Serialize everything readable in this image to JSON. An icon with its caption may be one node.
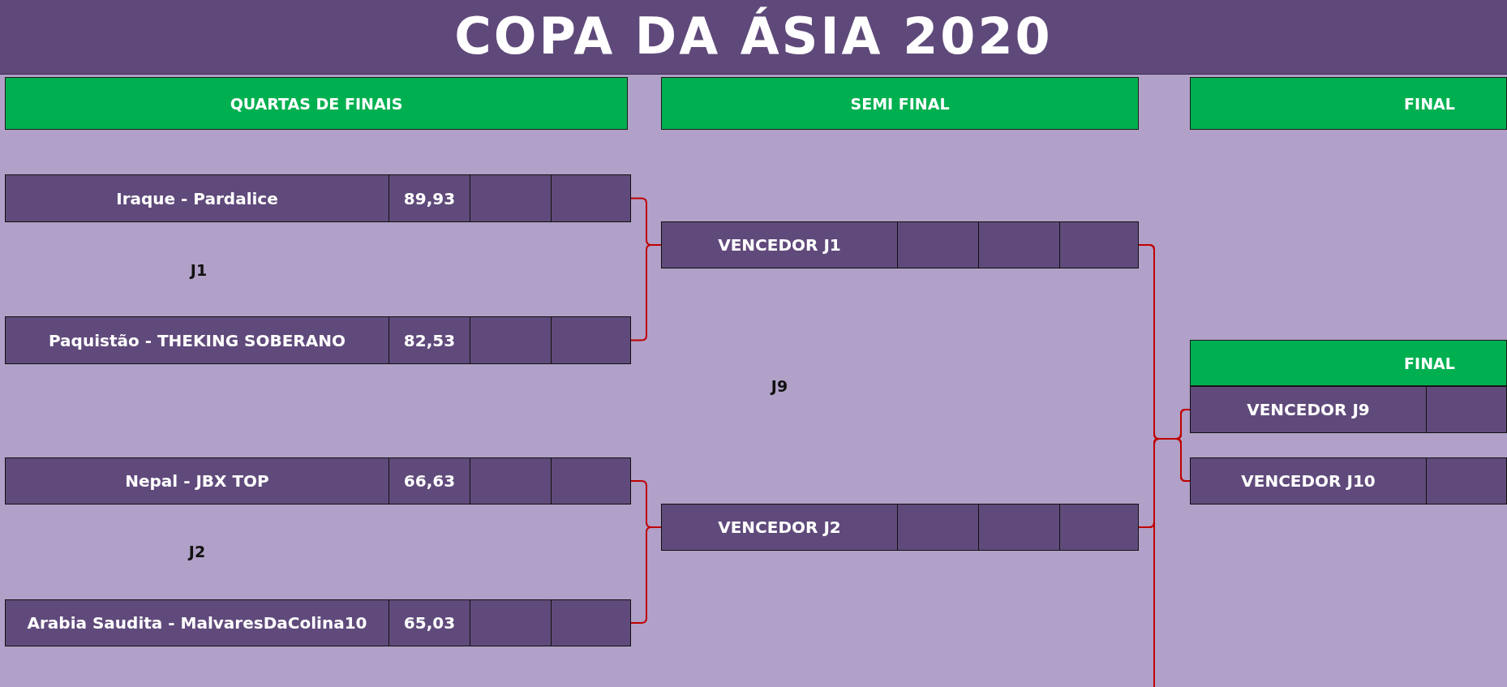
{
  "diagram": {
    "title": "COPA DA ÁSIA 2020",
    "nodes": [
      {
        "text": [
          "QUARTAS DE FINAIS"
        ]
      },
      {
        "text": [
          "Iraque - Pardalice",
          "89,93"
        ]
      },
      {
        "text": [
          "Paquistão - THEKING SOBERANO",
          "82,53"
        ]
      },
      {
        "text": [
          "Nepal - JBX TOP",
          "66,63"
        ]
      },
      {
        "text": [
          "Arabia Saudita - MalvaresDaColina10",
          "65,03"
        ]
      },
      {
        "text": [
          "SEMI FINAL"
        ]
      },
      {
        "text": [
          "VENCEDOR J1"
        ]
      },
      {
        "text": [
          "VENCEDOR J2"
        ]
      },
      {
        "text": [
          "FINAL"
        ]
      },
      {
        "text": [
          "FINAL"
        ]
      },
      {
        "text": [
          "VENCEDOR J9"
        ]
      },
      {
        "text": [
          "VENCEDOR J10"
        ]
      }
    ],
    "edges": [
      {
        "from": 1,
        "to": 6,
        "arrow": "none"
      },
      {
        "from": 2,
        "to": 6,
        "arrow": "none"
      },
      {
        "from": 3,
        "to": 7,
        "arrow": "none"
      },
      {
        "from": 4,
        "to": 7,
        "arrow": "none"
      },
      {
        "from": 6,
        "to": 10,
        "arrow": "none"
      },
      {
        "from": 7,
        "to": 10,
        "arrow": "none"
      },
      {
        "from": 6,
        "to": 11,
        "arrow": "none"
      },
      {
        "from": 7,
        "to": 11,
        "arrow": "none"
      },
      {
        "from": null,
        "to": 10,
        "arrow": "none"
      },
      {
        "from": null,
        "to": 11,
        "arrow": "none"
      }
    ],
    "labels": [
      "J1",
      "J2",
      "J9"
    ]
  }
}
